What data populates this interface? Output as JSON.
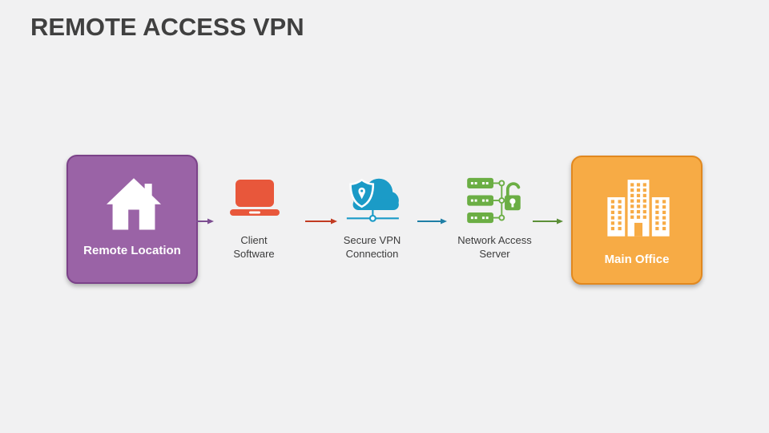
{
  "slide": {
    "title": "REMOTE ACCESS VPN",
    "background_color": "#F1F1F2",
    "title_color": "#404040"
  },
  "flow": {
    "nodes": [
      {
        "id": "remote-location",
        "label": "Remote Location",
        "kind": "highlight-box",
        "icon": "house-icon",
        "fill_color": "#9A63A6",
        "border_color": "#7B4289",
        "label_color": "#FFFFFF"
      },
      {
        "id": "client-software",
        "label": "Client Software",
        "kind": "icon-step",
        "icon": "laptop-icon",
        "icon_color": "#E8573B",
        "label_color": "#3C3C3C"
      },
      {
        "id": "secure-vpn-connection",
        "label": "Secure VPN Connection",
        "kind": "icon-step",
        "icon": "cloud-shield-icon",
        "icon_color": "#1B9BC7",
        "label_color": "#3C3C3C"
      },
      {
        "id": "network-access-server",
        "label": "Network Access Server",
        "kind": "icon-step",
        "icon": "server-lock-icon",
        "icon_color": "#6BAE44",
        "label_color": "#3C3C3C"
      },
      {
        "id": "main-office",
        "label": "Main Office",
        "kind": "highlight-box",
        "icon": "office-buildings-icon",
        "fill_color": "#F7AB45",
        "border_color": "#E1881F",
        "label_color": "#FFFFFF"
      }
    ],
    "connectors": [
      {
        "from": "remote-location",
        "to": "client-software",
        "color": "#7D4E91"
      },
      {
        "from": "client-software",
        "to": "secure-vpn-connection",
        "color": "#C23B22"
      },
      {
        "from": "secure-vpn-connection",
        "to": "network-access-server",
        "color": "#1F7FA6"
      },
      {
        "from": "network-access-server",
        "to": "main-office",
        "color": "#5C8F38"
      }
    ]
  }
}
